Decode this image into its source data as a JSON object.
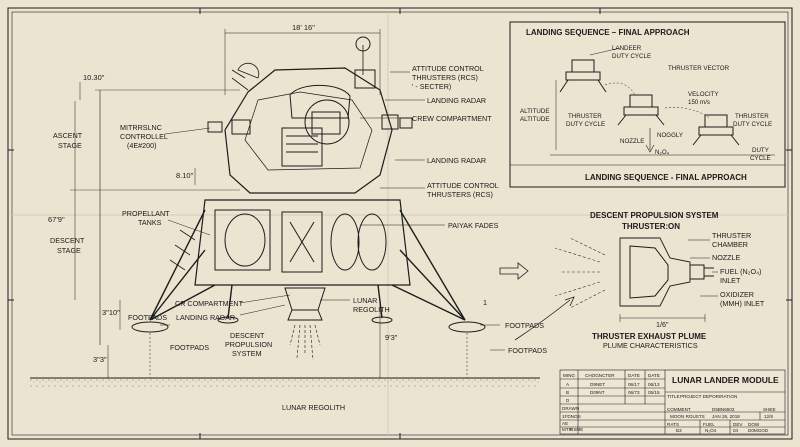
{
  "dimensions": {
    "width_top": "18' 16\"",
    "upper_offset": "10.30\"",
    "overall_height": "67'9\"",
    "ascent_mid": "8.10\"",
    "descent_lower": "3\"10\"",
    "footpad_height": "3\"3\"",
    "leg_height": "9'3\""
  },
  "left_labels": {
    "ascent_stage": [
      "ASCENT",
      "STAGE"
    ],
    "descent_stage": [
      "DESCENT",
      "STAGE"
    ],
    "controller": [
      "MITRRSLNC",
      "CONTROLLEL",
      "(4E#200)"
    ],
    "propellant": [
      "PROPELLANT",
      "TANKS"
    ]
  },
  "right_labels": {
    "attitude_top": [
      "ATTITUDE CONTROL",
      "THRUSTERS (RCS)",
      "' - SECTER)"
    ],
    "landing_radar_1": "LANDING RADAR",
    "crew_compartment": "CREW COMPARTMENT",
    "landing_radar_2": "LANDING RADAR",
    "attitude_mid": [
      "ATTITUDE CONTROL",
      "THRUSTERS (RCS)"
    ],
    "payload_fades": "PAIYAK FADES"
  },
  "bottom_labels": {
    "cr_compartment": "CR COMPARTMENT",
    "landing_radar_3": "LANDING RADAR",
    "descent_propulsion": [
      "DESCENT",
      "PROPULSION",
      "SYSTEM"
    ],
    "lunar_regolith_1": [
      "LUNAR",
      "REGOLITH"
    ],
    "footpads_1": "FOOTPADS",
    "footpads_2": "FOOTPADS",
    "footpads_3": "FOOTPADS",
    "footpads_4": "FOOTPADS",
    "lunar_regolith_ground": "LUNAR REGOLITH",
    "leg_marker": "1"
  },
  "inset_top": {
    "title": "LANDING SEQUENCE – FINAL APPROACH",
    "caption": "LANDING SEQUENCE - FINAL APPROACH",
    "landeer": [
      "LANDEER",
      "DUTY CYCLE"
    ],
    "thruster_vector": "THRUSTER VECTOR",
    "velocity": [
      "VELOCITY",
      "150 m/s"
    ],
    "altitude": [
      "ALTITUDE",
      "ALTITUDE"
    ],
    "thruster_duty_1": [
      "THRUSTER",
      "DUTY CYCLE"
    ],
    "thruster_duty_2": [
      "THRUSTER",
      "DUTY CYCLE"
    ],
    "nozzle": "NOZZLE",
    "noggly": "NOGGLY",
    "n2o4": "N₂O₄",
    "duty": [
      "DUTY",
      "CYCLE"
    ]
  },
  "inset_prop": {
    "title": "DESCENT PROPULSION SYSTEM",
    "thruster_label": "THRUSTER:",
    "thruster_state": "ON",
    "chamber": [
      "THRUSTER",
      "CHAMBER"
    ],
    "nozzle": "NOZZLE",
    "fuel": [
      "FUEL (N₂O₄)",
      "INLET"
    ],
    "oxidizer": [
      "OXIDIZER",
      "(MMH) INLET"
    ],
    "scale": "1/6\"",
    "plume_title": "THRUSTER EXHAUST PLUME",
    "plume_sub": "PLUME CHARACTERISTICS"
  },
  "title_block": {
    "heading": [
      "MING",
      "CHOGNCTER",
      "DATE",
      "DATE"
    ],
    "rows": [
      [
        "A",
        "D9NET",
        "06/17",
        "06/13"
      ],
      [
        "B",
        "D09NT",
        "06/73",
        "05/15"
      ],
      [
        "D",
        "",
        "",
        ""
      ]
    ],
    "left_col": [
      "DRAWN",
      "1FDNOS",
      "AE",
      "MTR",
      "RSME"
    ],
    "project_title": "LUNAR LANDER MODULE",
    "project_sub": "PROJECT DEPORIRATION",
    "title_tag": "TITLE",
    "comment_label": "COMMENT",
    "comment_value": "MOON ROUSTS",
    "drawn_by": "D5BN6603",
    "date_value": "JAN 26, 2018",
    "sheet_label": "SHEE",
    "sheet_value": "12/8",
    "rats_label": "RATS",
    "rats_value": "B3",
    "fuel_label": "FUEL",
    "fuel_value": "N₂O4",
    "dev_label": "DEV",
    "dev_value": "04",
    "dow_label": "DOW",
    "dow_value": "D0MGOD"
  }
}
